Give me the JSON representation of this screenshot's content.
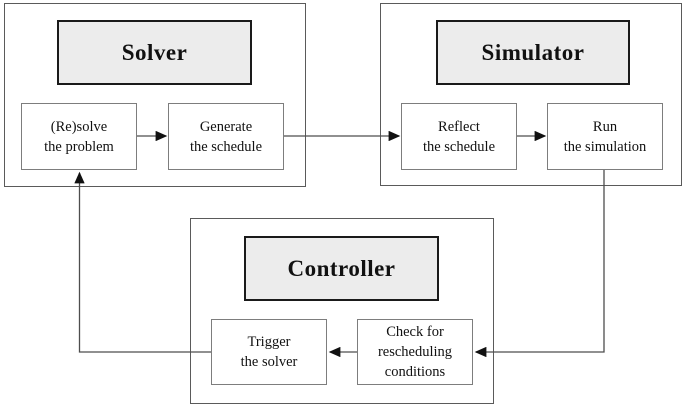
{
  "diagram": {
    "modules": {
      "solver": {
        "title": "Solver",
        "steps": {
          "resolve": "(Re)solve\nthe problem",
          "generate": "Generate\nthe schedule"
        }
      },
      "simulator": {
        "title": "Simulator",
        "steps": {
          "reflect": "Reflect\nthe schedule",
          "run": "Run\nthe simulation"
        }
      },
      "controller": {
        "title": "Controller",
        "steps": {
          "trigger": "Trigger\nthe solver",
          "check": "Check for\nrescheduling\nconditions"
        }
      }
    },
    "flows": [
      "resolve -> generate",
      "generate -> reflect",
      "reflect -> run",
      "run -> check",
      "check -> trigger",
      "trigger -> resolve"
    ],
    "colors": {
      "title_fill": "#ececec",
      "title_border": "#1a1a1a",
      "container_border": "#5a5a5a",
      "step_border": "#7d7d7d",
      "line": "#4d4d4d",
      "arrowhead": "#111111",
      "background": "#ffffff"
    }
  }
}
